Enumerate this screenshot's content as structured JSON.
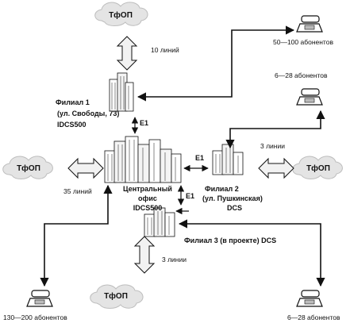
{
  "clouds": {
    "top": "ТфОП",
    "left": "ТфОП",
    "right": "ТфОП",
    "bottom": "ТфОП"
  },
  "links": {
    "top_lines": "10 линий",
    "left_lines": "35 линий",
    "right_lines": "3 линии",
    "bottom_lines": "3 линии",
    "e1_branch1": "E1",
    "e1_branch2": "E1",
    "e1_branch3": "E1"
  },
  "nodes": {
    "branch1": [
      "Филиал 1",
      "(ул. Свободы, 73)",
      "IDCS500"
    ],
    "central": [
      "Центральный",
      "офис",
      "IDCS500"
    ],
    "branch2": [
      "Филиал 2",
      "(ул. Пушкинская)",
      "DCS"
    ],
    "branch3": "Филиал 3 (в проекте) DCS"
  },
  "subscribers": {
    "top_right": "50—100 абонентов",
    "mid_right": "6—28 абонентов",
    "bottom_left": "130—200 абонентов",
    "bottom_right": "6—28 абонентов"
  }
}
